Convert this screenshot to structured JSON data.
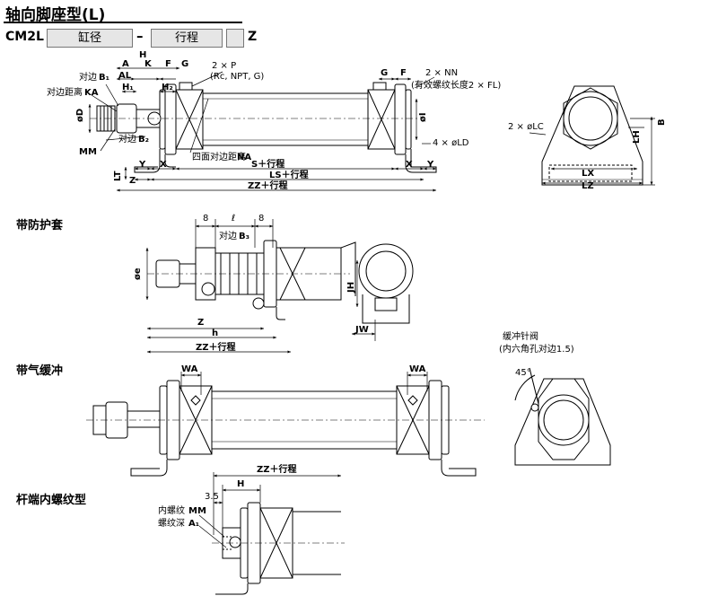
{
  "title": "轴向脚座型(L)",
  "model": {
    "prefix": "CM2L",
    "box1": "缸径",
    "dash": "–",
    "box2": "行程",
    "box3": "",
    "suffix": "Z"
  },
  "sections": {
    "boot": "带防护套",
    "cushion": "带气缓冲",
    "female": "杆端内螺纹型"
  },
  "main": {
    "H": "H",
    "A": "A",
    "K": "K",
    "F": "F",
    "G": "G",
    "B1_pre": "对边",
    "B1": "B₁",
    "AL": "AL",
    "H1": "H₁",
    "H2": "H₂",
    "KA_pre": "对边距离",
    "KA": "KA",
    "D": "øD",
    "B2_pre": "对边",
    "B2": "B₂",
    "MM": "MM",
    "P1": "2 × P",
    "P2": "(Rc, NPT, G)",
    "NA_pre": "四面对边距离",
    "NA": "NA",
    "G_r": "G",
    "F_r": "F",
    "NN1": "2 × NN",
    "NN2_pre": "(有效螺纹长度2 × ",
    "NN2_b": "FL",
    "NN2_post": ")",
    "I": "øI",
    "LD": "4 × øLD",
    "LT": "LT",
    "Y": "Y",
    "X": "X",
    "Z": "Z",
    "S": "S＋行程",
    "LS": "LS＋行程",
    "ZZ": "ZZ＋行程"
  },
  "side": {
    "LC": "2 × øLC",
    "B": "B",
    "LH": "LH",
    "LX": "LX",
    "LZ": "LZ"
  },
  "boot": {
    "d1": "8",
    "l": "ℓ",
    "d2": "8",
    "B3_pre": "对边",
    "B3": "B₃",
    "e": "øe",
    "Z": "Z",
    "h": "h",
    "ZZ": "ZZ＋行程",
    "JH": "JH",
    "JW": "JW"
  },
  "cushion": {
    "WA1": "WA",
    "WA2": "WA",
    "valve1": "缓冲针阀",
    "valve2": "(内六角孔对边1.5)",
    "angle": "45°"
  },
  "female": {
    "ZZ": "ZZ＋行程",
    "H": "H",
    "d": "3.5",
    "MM_pre": "内螺纹",
    "MM": "MM",
    "A1_pre": "螺纹深",
    "A1": "A₁"
  }
}
